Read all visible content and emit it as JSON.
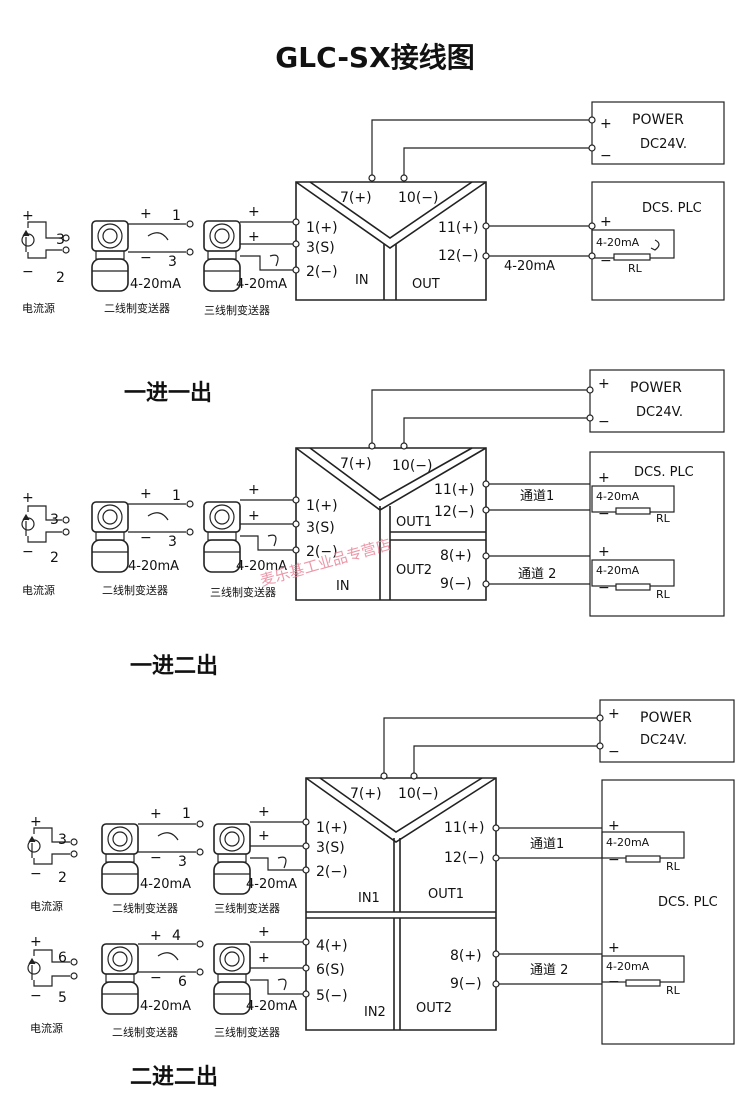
{
  "title": "GLC-SX接线图",
  "common": {
    "power": "POWER",
    "dc24v": "DC24V.",
    "dcs_plc": "DCS. PLC",
    "range": "4-20mA",
    "rl": "RL",
    "plus": "+",
    "minus": "−",
    "t7": "7(+)",
    "t10": "10(−)",
    "t1": "1(+)",
    "t3s": "3(S)",
    "t2": "2(−)",
    "t11": "11(+)",
    "t12": "12(−)",
    "t8": "8(+)",
    "t9": "9(−)",
    "t4": "4(+)",
    "t6s": "6(S)",
    "t5": "5(−)",
    "current_source": "电流源",
    "two_wire": "二线制变送器",
    "three_wire": "三线制变送器",
    "n1": "1",
    "n2": "2",
    "n3": "3",
    "n4": "4",
    "n5": "5",
    "n6": "6",
    "channel1": "通道1",
    "channel2": "通道 2"
  },
  "diagram1": {
    "caption": "",
    "in": "IN",
    "out": "OUT"
  },
  "diagram2": {
    "caption": "一进一出",
    "in": "IN",
    "out1": "OUT1",
    "out2": "OUT2"
  },
  "diagram3": {
    "caption": "一进二出",
    "in1": "IN1",
    "in2": "IN2",
    "out1": "OUT1",
    "out2": "OUT2",
    "caption_bottom": "二进二出"
  },
  "watermark": "麦乐基工业品专营店"
}
